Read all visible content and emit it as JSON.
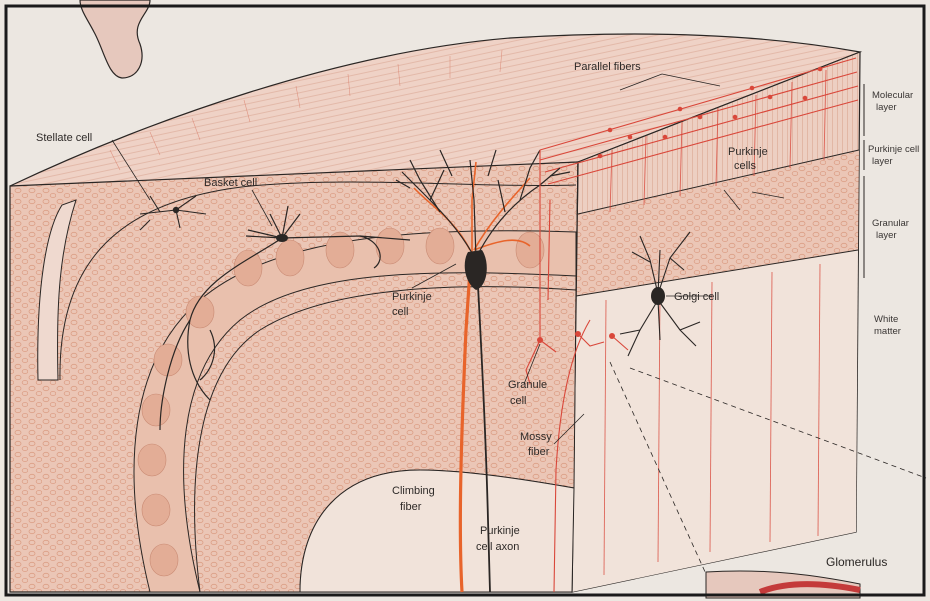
{
  "figure": {
    "labels": {
      "parallel_fibers": "Parallel fibers",
      "stellate_cell": "Stellate cell",
      "basket_cell": "Basket cell",
      "purkinje_cells": [
        "Purkinje",
        "cells"
      ],
      "purkinje_cell": [
        "Purkinje",
        "cell"
      ],
      "golgi_cell": "Golgi cell",
      "granule_cell": [
        "Granule",
        "cell"
      ],
      "mossy_fiber": [
        "Mossy",
        "fiber"
      ],
      "climbing_fiber": [
        "Climbing",
        "fiber"
      ],
      "purkinje_cell_axon": [
        "Purkinje",
        "cell axon"
      ],
      "glomerulus": "Glomerulus"
    },
    "layers": {
      "molecular": [
        "Molecular",
        "layer"
      ],
      "purkinje": [
        "Purkinje cell",
        "layer"
      ],
      "granular": [
        "Granular",
        "layer"
      ],
      "white_matter": [
        "White",
        "matter"
      ]
    }
  },
  "colors": {
    "paper": "#ece7e1",
    "tissue": "#eccbbd",
    "tissue_dark": "#e3b7a4",
    "white_matter": "#f1e3da",
    "fiber_red": "#d9473a",
    "climbing_orange": "#e8642b",
    "neuron_black": "#2a2624",
    "frame": "#1a1a1a"
  }
}
